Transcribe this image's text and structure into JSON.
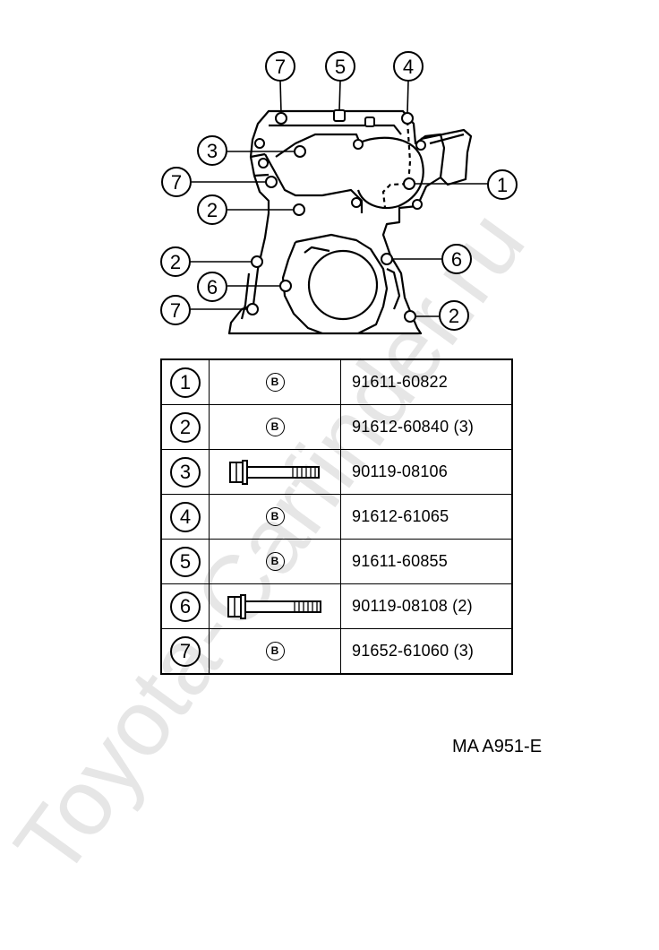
{
  "diagram": {
    "callouts": [
      "7",
      "5",
      "4",
      "3",
      "1",
      "7",
      "2",
      "2",
      "6",
      "6",
      "7",
      "2"
    ]
  },
  "table": {
    "rows": [
      {
        "index": "1",
        "type": "marker",
        "marker": "B",
        "part": "91611-60822"
      },
      {
        "index": "2",
        "type": "marker",
        "marker": "B",
        "part": "91612-60840 (3)"
      },
      {
        "index": "3",
        "type": "bolt-icon",
        "marker": "",
        "part": "90119-08106"
      },
      {
        "index": "4",
        "type": "marker",
        "marker": "B",
        "part": "91612-61065"
      },
      {
        "index": "5",
        "type": "marker",
        "marker": "B",
        "part": "91611-60855"
      },
      {
        "index": "6",
        "type": "bolt-icon",
        "marker": "",
        "part": "90119-08108 (2)"
      },
      {
        "index": "7",
        "type": "marker",
        "marker": "B",
        "part": "91652-61060 (3)"
      }
    ]
  },
  "ref_code": "MA  A951-E",
  "watermark": "Toyota-Carfinder.ru",
  "colors": {
    "ink": "#000000",
    "background": "#ffffff",
    "watermark": "#e8e8e8"
  }
}
